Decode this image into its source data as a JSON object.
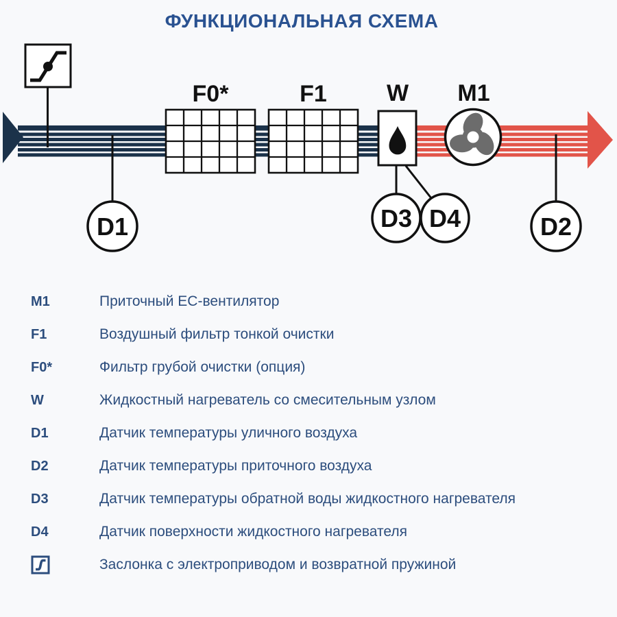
{
  "title": "ФУНКЦИОНАЛЬНАЯ СХЕМА",
  "colors": {
    "title_blue": "#2a5291",
    "legend_text_blue": "#2c4d7d",
    "flow_cold_navy": "#1b324a",
    "flow_warm_red": "#e25449",
    "fan_gray": "#6c6c6c",
    "diagram_black": "#111111",
    "background": "#f8f9fb"
  },
  "diagram": {
    "component_labels": {
      "f0": "F0*",
      "f1": "F1",
      "w": "W",
      "m1": "M1"
    },
    "sensor_labels": {
      "d1": "D1",
      "d2": "D2",
      "d3": "D3",
      "d4": "D4"
    }
  },
  "legend": {
    "rows": [
      {
        "key": "M1",
        "description": "Приточный EC-вентилятор"
      },
      {
        "key": "F1",
        "description": "Воздушный фильтр тонкой очистки"
      },
      {
        "key": "F0*",
        "description": "Фильтр грубой очистки (опция)"
      },
      {
        "key": "W",
        "description": "Жидкостный нагреватель со смесительным узлом"
      },
      {
        "key": "D1",
        "description": "Датчик температуры уличного воздуха"
      },
      {
        "key": "D2",
        "description": "Датчик температуры приточного воздуха"
      },
      {
        "key": "D3",
        "description": "Датчик температуры обратной воды жидкостного нагревателя"
      },
      {
        "key": "D4",
        "description": "Датчик поверхности жидкостного нагревателя"
      },
      {
        "key": "",
        "icon": "damper-icon",
        "description": "Заслонка с электроприводом и возвратной пружиной"
      }
    ]
  }
}
